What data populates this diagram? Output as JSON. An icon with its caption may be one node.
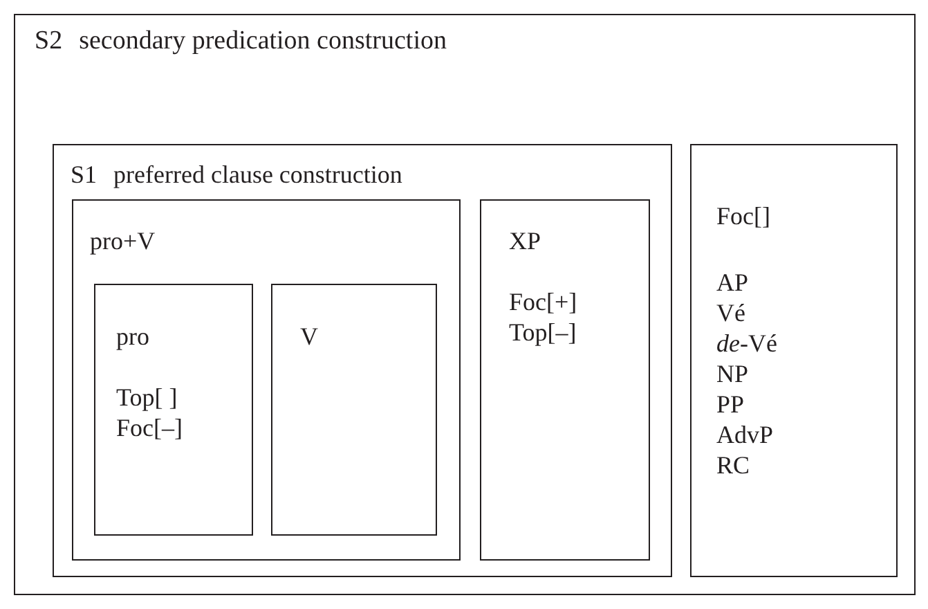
{
  "diagram": {
    "nodes": [
      {
        "text": [
          "S2",
          "secondary predication construction"
        ]
      },
      {
        "text": [
          "S1",
          "preferred clause construction"
        ],
        "in": 0
      },
      {
        "text": [
          "pro+V"
        ],
        "in": 1
      },
      {
        "text": [
          "pro",
          "Top[ ]",
          "Foc[–]"
        ],
        "in": 2
      },
      {
        "text": [
          "V"
        ],
        "in": 2
      },
      {
        "text": [
          "XP",
          "Foc[+]",
          "Top[–]"
        ],
        "in": 1
      },
      {
        "text": [
          "Foc[]",
          "AP",
          "Vé",
          "*de*-Vé",
          "NP",
          "PP",
          "AdvP",
          "RC"
        ],
        "in": 0
      }
    ]
  }
}
